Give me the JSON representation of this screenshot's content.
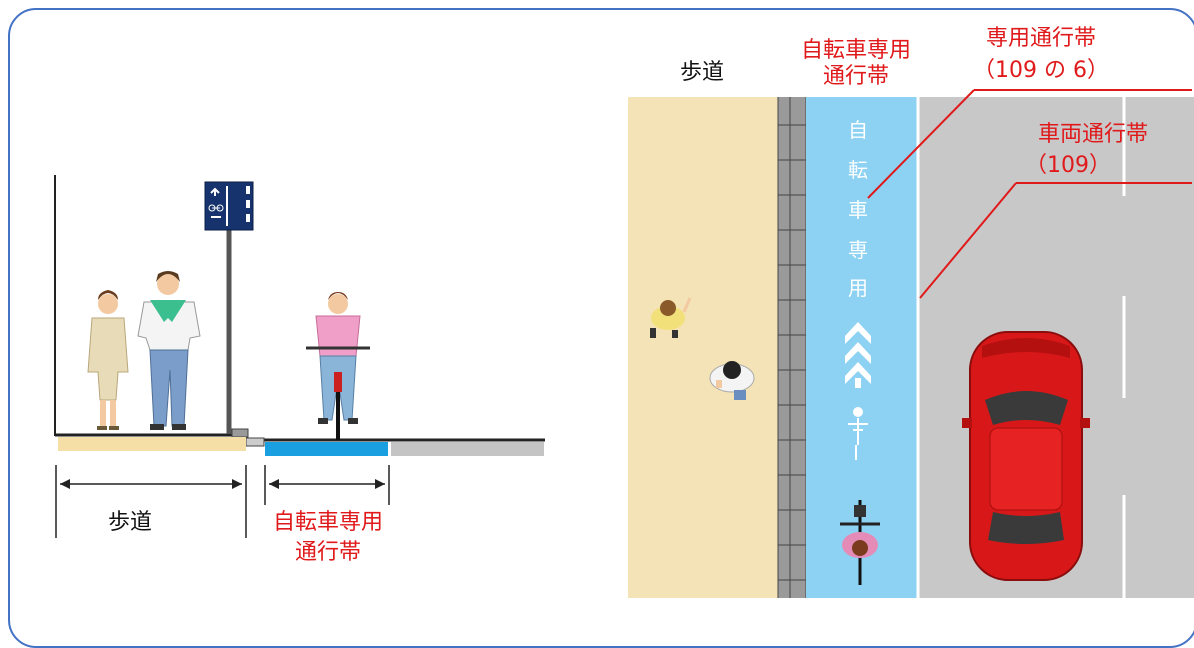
{
  "left_section": {
    "sidewalk_label": "歩道",
    "bike_lane_label_line1": "自転車専用",
    "bike_lane_label_line2": "通行帯"
  },
  "right_section": {
    "sidewalk_label": "歩道",
    "bike_lane_label_line1": "自転車専用",
    "bike_lane_label_line2": "通行帯",
    "dedicated_lane_callout_line1": "専用通行帯",
    "dedicated_lane_callout_line2": "（109 の 6）",
    "vehicle_lane_callout_line1": "車両通行帯",
    "vehicle_lane_callout_line2": "（109）",
    "road_marking_chars": [
      "自",
      "転",
      "車",
      "専",
      "用"
    ]
  },
  "colors": {
    "frame": "#4472c4",
    "label_red": "#e0191b",
    "sidewalk": "#f5e3b8",
    "bike_lane": "#8dd2f2",
    "bike_lane_section": "#1aa0e0",
    "road": "#c8c8c8",
    "car": "#d81818"
  },
  "icons": [
    "bicycle-lane-sign-icon",
    "pedestrian-woman-icon",
    "pedestrian-man-icon",
    "cyclist-icon",
    "red-car-icon"
  ]
}
